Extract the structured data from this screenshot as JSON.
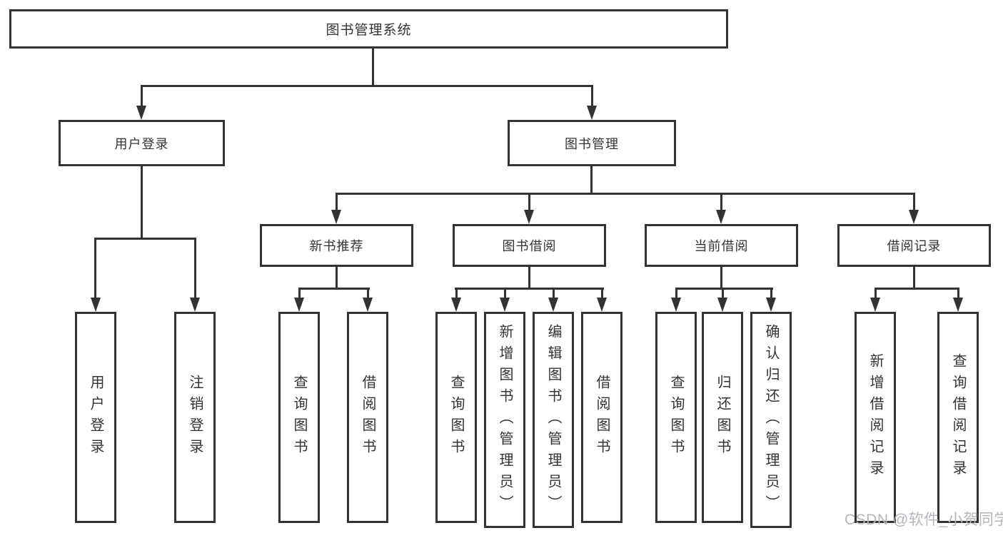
{
  "colors": {
    "line": "#333333",
    "text": "#333333",
    "background": "#ffffff",
    "watermark": "#b3b6bb"
  },
  "watermark": {
    "text": "CSDN @软件_小贺同学"
  },
  "tree": {
    "root": {
      "label": "图书管理系统"
    },
    "level2": [
      {
        "label": "用户登录"
      },
      {
        "label": "图书管理"
      }
    ],
    "level3": [
      {
        "label": "新书推荐"
      },
      {
        "label": "图书借阅"
      },
      {
        "label": "当前借阅"
      },
      {
        "label": "借阅记录"
      }
    ],
    "leaves": {
      "user_login": [
        "用户登录",
        "注销登录"
      ],
      "new_book_recommend": [
        "查询图书",
        "借阅图书"
      ],
      "book_borrow": [
        "查询图书",
        "新增图书（管理员）",
        "编辑图书（管理员）",
        "借阅图书"
      ],
      "current_borrow": [
        "查询图书",
        "归还图书",
        "确认归还（管理员）"
      ],
      "borrow_records": [
        "新增借阅记录",
        "查询借阅记录"
      ]
    }
  }
}
